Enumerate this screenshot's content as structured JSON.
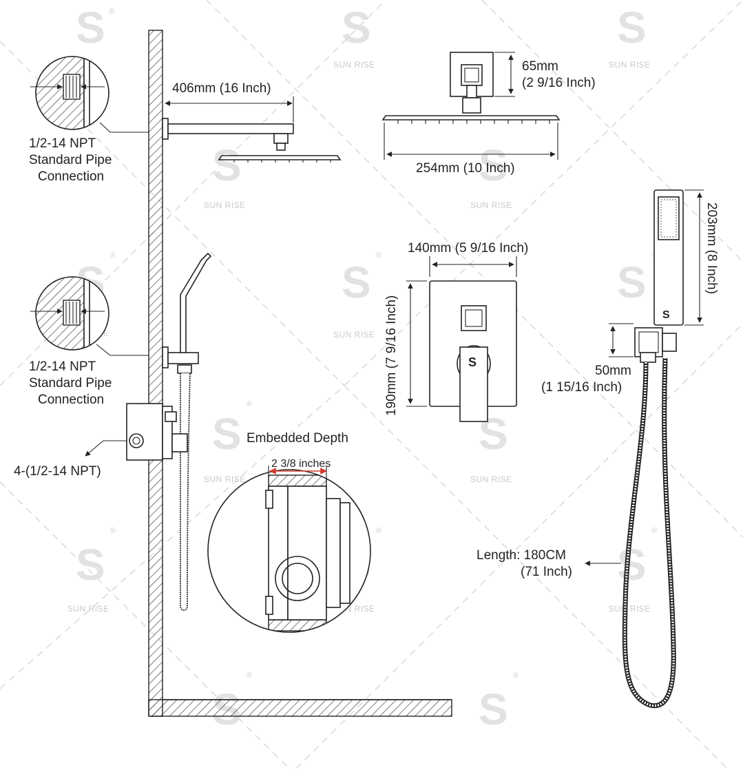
{
  "brand": {
    "watermark_text": "SUN RISE",
    "watermark_letter": "S",
    "registered_mark": "®",
    "logo_letter": "S"
  },
  "labels": {
    "arm_length": "406mm (16 Inch)",
    "pipe_connection_top": [
      "1/2-14 NPT",
      "Standard Pipe",
      "Connection"
    ],
    "pipe_connection_mid": [
      "1/2-14 NPT",
      "Standard Pipe",
      "Connection"
    ],
    "valve_outlets": "4-(1/2-14 NPT)",
    "embedded_depth_title": "Embedded Depth",
    "embedded_depth_value": "2 3/8 inches",
    "head_height": [
      "65mm",
      "(2 9/16 Inch)"
    ],
    "head_width": "254mm (10 Inch)",
    "trim_width": "140mm (5 9/16 Inch)",
    "trim_height": "190mm (7 9/16 Inch)",
    "handheld_length": "203mm (8 Inch)",
    "holder_height": [
      "50mm",
      "(1 15/16 Inch)"
    ],
    "hose_length": [
      "Length: 180CM",
      "(71 Inch)"
    ]
  },
  "colors": {
    "ink": "#222222",
    "dimension_red": "#d33a2c",
    "watermark": "#d6d6d6"
  }
}
